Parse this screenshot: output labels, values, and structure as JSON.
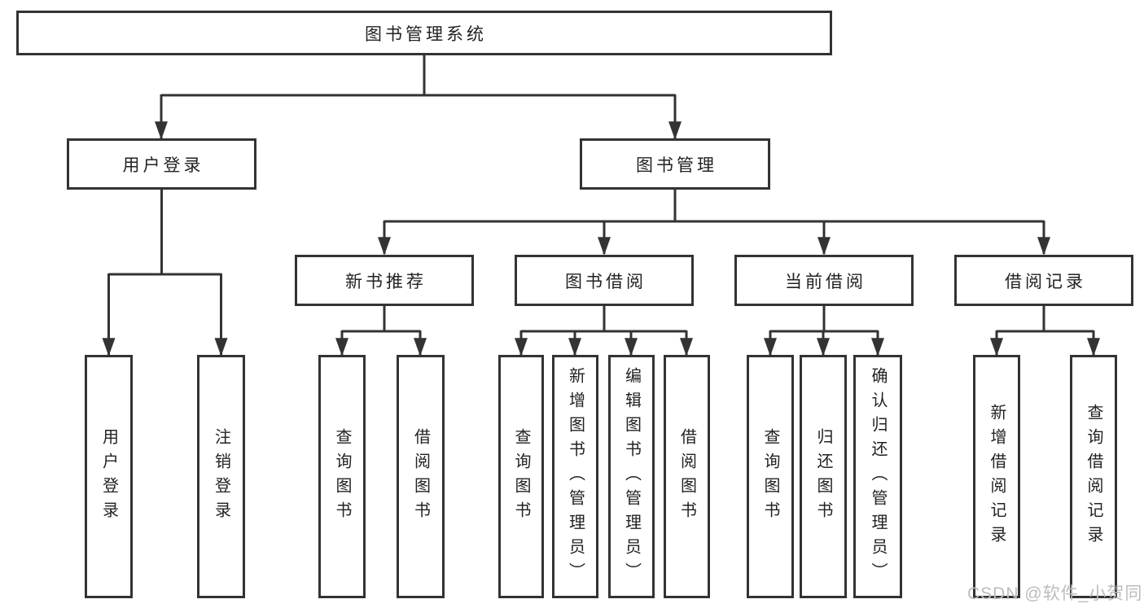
{
  "diagram": {
    "root": {
      "label": "图书管理系统"
    },
    "branches": [
      {
        "label": "用户登录",
        "children": [
          {
            "label": "用户登录"
          },
          {
            "label": "注销登录"
          }
        ]
      },
      {
        "label": "图书管理",
        "children": [
          {
            "label": "新书推荐",
            "children": [
              {
                "label": "查询图书"
              },
              {
                "label": "借阅图书"
              }
            ]
          },
          {
            "label": "图书借阅",
            "children": [
              {
                "label": "查询图书"
              },
              {
                "label": "新增图书（管理员）"
              },
              {
                "label": "编辑图书（管理员）"
              },
              {
                "label": "借阅图书"
              }
            ]
          },
          {
            "label": "当前借阅",
            "children": [
              {
                "label": "查询图书"
              },
              {
                "label": "归还图书"
              },
              {
                "label": "确认归还（管理员）"
              }
            ]
          },
          {
            "label": "借阅记录",
            "children": [
              {
                "label": "新增借阅记录"
              },
              {
                "label": "查询借阅记录"
              }
            ]
          }
        ]
      }
    ]
  },
  "watermark": {
    "text": "CSDN @软件_小贺同学"
  },
  "colors": {
    "line": "#333333",
    "box_border": "#333333",
    "box_fill": "#ffffff",
    "text": "#222222",
    "watermark": "#bcbcbc",
    "background": "#ffffff"
  }
}
